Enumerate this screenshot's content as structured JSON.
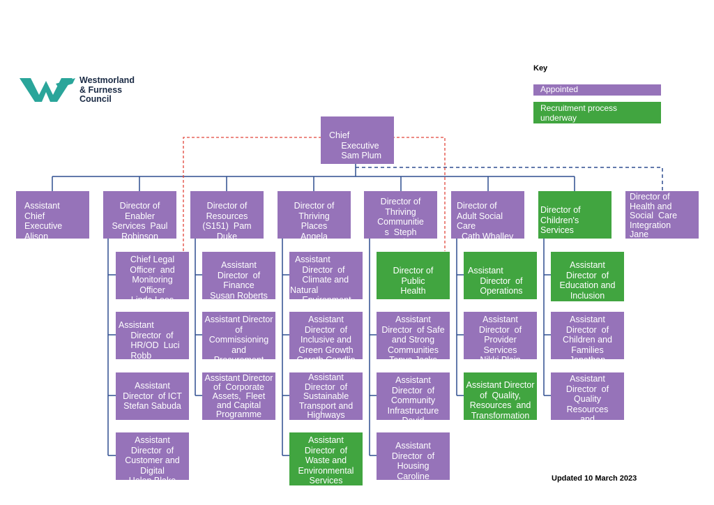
{
  "logo": {
    "name_lines": [
      "Westmorland",
      "& Furness",
      "Council"
    ]
  },
  "key": {
    "title": "Key",
    "appointed": "Appointed",
    "recruitment": "Recruitment process underway"
  },
  "colors": {
    "appointed": "#9673b9",
    "recruitment": "#41a540",
    "connector": "#2e4d8f",
    "dashed_red": "#e2453a",
    "logo_teal": "#2aa59a"
  },
  "chief_executive": "Chief\n     Executive\n     Sam Plum",
  "directors": [
    "Assistant\nChief\nExecutive\nAlison",
    "Director of\nEnabler\nServices  Paul\nRobinson",
    "Director of\nResources\n(S151)  Pam\nDuke",
    "Director of\nThriving\nPlaces\nAngela",
    "Director of\nThriving\nCommunitie\ns  Steph\nCordon",
    "Director of\nAdult Social\nCare\n  Cath Whalley",
    "Director of\nChildren's\nServices",
    "Director of\nHealth and\nSocial  Care\nIntegration\nJane"
  ],
  "assistant_directors": {
    "enabler": [
      "Chief Legal\nOfficer  and\nMonitoring\nOfficer\nLinda Lees",
      "Assistant\n     Director  of\n     HR/OD  Luci\n     Robb",
      "Assistant\nDirector  of ICT\nStefan Sabuda",
      "Assistant\nDirector  of\nCustomer and\nDigital\nHelen Blake"
    ],
    "resources": [
      "Assistant\nDirector  of\nFinance\nSusan Roberts",
      "Assistant Director\nof\nCommissioning\nand\nProcurement\nSharon Simpson",
      "Assistant Director\nof  Corporate\nAssets,  Fleet\nand Capital\nProgramme"
    ],
    "places": [
      "  Assistant\n     Director  of\n     Climate and\nNatural\n     Environment",
      "Assistant\nDirector  of\nInclusive and\nGreen Growth\nGareth Candlin",
      "Assistant\nDirector  of\nSustainable\nTransport and\nHighways",
      "Assistant\nDirector  of\nWaste and\nEnvironmental\nServices"
    ],
    "communities": [
      "Director of\nPublic\nHealth",
      "Assistant\nDirector  of Safe\nand Strong\nCommunities\nTanya Jacks",
      "Assistant\nDirector  of\nCommunity\nInfrastructure\nDavid",
      "Assistant\nDirector  of\nHousing\nCaroline"
    ],
    "adult": [
      "Assistant\n     Director  of\n     Operations",
      "Assistant\nDirector  of\nProvider\nServices\nNikki Plain",
      "Assistant Director\nof  Quality,\nResources  and\nTransformation"
    ],
    "children": [
      "Assistant\nDirector  of\nEducation and\nInclusion",
      "Assistant\nDirector  of\nChildren and\nFamilies\nJonathan",
      "Assistant\nDirector  of\nQuality\nResources\nand"
    ]
  },
  "updated": "Updated 10 March 2023"
}
